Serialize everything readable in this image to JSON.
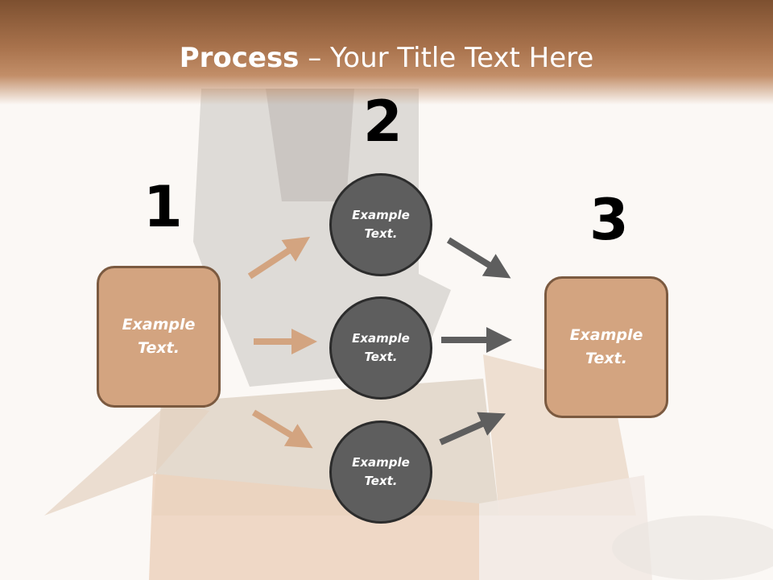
{
  "slide": {
    "title_bold": "Process",
    "title_rest": " – Your Title Text Here"
  },
  "steps": {
    "step1_number": "1",
    "step2_number": "2",
    "step3_number": "3"
  },
  "left_box": {
    "text_line1": "Example",
    "text_line2": "Text."
  },
  "right_box": {
    "text_line1": "Example",
    "text_line2": "Text."
  },
  "circles": [
    {
      "line1": "Example",
      "line2": "Text."
    },
    {
      "line1": "Example",
      "line2": "Text."
    },
    {
      "line1": "Example",
      "line2": "Text."
    }
  ],
  "colors": {
    "header_brown": "#a8724c",
    "box_fill": "#d3a480",
    "box_border": "#7b5a40",
    "circle_fill": "#5e5e5e",
    "orange_arrow": "#d3a480",
    "gray_arrow": "#5e5e5e"
  }
}
